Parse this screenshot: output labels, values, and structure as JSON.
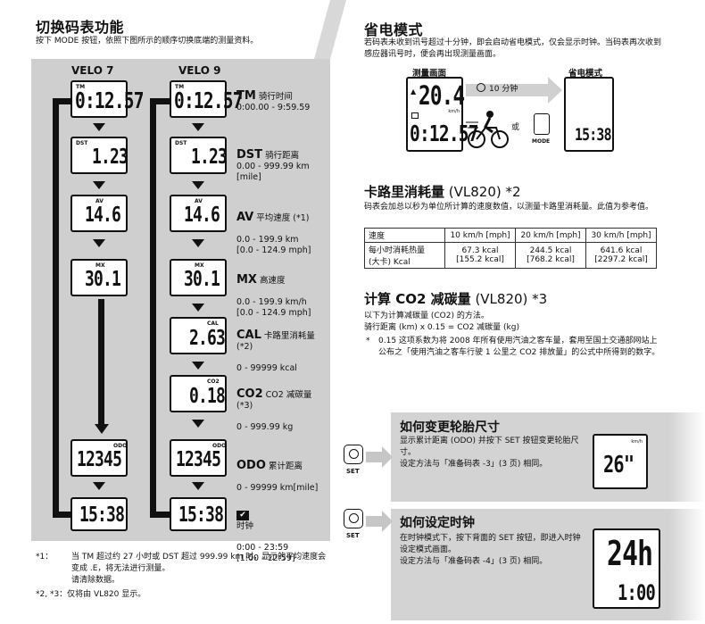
{
  "left": {
    "title": "切换码表功能",
    "intro": "按下 MODE 按钮，依照下图所示的顺序切换底端的测量资料。",
    "col1": "VELO 7",
    "col2": "VELO 9",
    "displays": {
      "tm": "0:12.57",
      "dst": "1.23",
      "av": "14.6",
      "mx": "30.1",
      "cal": "2.63",
      "co2": "0.18",
      "odo": "12345",
      "clock": "15:38"
    },
    "tags": {
      "tm": "TM",
      "dst": "DST",
      "av": "AV",
      "mx": "MX",
      "cal": "CAL",
      "co2": "CO2",
      "odo": "ODO"
    },
    "functions": [
      {
        "key": "TM",
        "name": "骑行时间",
        "range": "0:00.00 - 9:59.59"
      },
      {
        "key": "DST",
        "name": "骑行距离",
        "range": "0.00 - 999.99 km [mile]"
      },
      {
        "key": "AV",
        "name": "平均速度 (*1)",
        "range": "0.0 - 199.9 km\n[0.0 - 124.9 mph]"
      },
      {
        "key": "MX",
        "name": "高速度",
        "range": "0.0 - 199.9 km/h\n[0.0 - 124.9 mph]"
      },
      {
        "key": "CAL",
        "name": "卡路里消耗量\n(*2)",
        "range": "0 - 99999 kcal"
      },
      {
        "key": "CO2",
        "name": "CO2 减碳量\n(*3)",
        "range": "0 - 999.99 kg"
      },
      {
        "key": "ODO",
        "name": "累计距离",
        "range": "0 - 99999 km[mile]"
      },
      {
        "key": "",
        "name": "时钟",
        "range": "0:00 - 23:59\n[1:00 - 12:59]"
      }
    ],
    "note1_mark": "*1：",
    "note1": "当 TM 超过约 27 小时或 DST 超过 999.99 km 时，显示的平均速度会变成 .E，将无法进行测量。\n请清除数据。",
    "note2": "*2, *3：仅将由 VL820 显示。"
  },
  "power": {
    "title": "省电模式",
    "text": "若码表未收到讯号超过十分钟，即会启动省电模式，仅会显示时钟。当码表再次收到感应器讯号时，便会再出现测量画面。",
    "measure_label": "测量画面",
    "save_label": "省电模式",
    "ten_min": "10 分钟",
    "or": "或",
    "mode": "MODE",
    "disp_top": "20.4",
    "disp_bottom": "0:12.57",
    "kmh": "km/h",
    "clock": "15:38"
  },
  "calorie": {
    "title": "卡路里消耗量",
    "model": "(VL820) *2",
    "text": "码表会加总以秒为单位所计算的速度数值，以测量卡路里消耗量。此值为参考值。",
    "headers": [
      "速度",
      "10 km/h [mph]",
      "20 km/h [mph]",
      "30 km/h [mph]"
    ],
    "row_label": "每小时消耗热量\n(大卡) Kcal",
    "values": [
      "67.3 kcal\n[155.2 kcal]",
      "244.5 kcal\n[768.2 kcal]",
      "641.6 kcal\n[2297.2 kcal]"
    ]
  },
  "co2": {
    "title": "计算 CO2 减碳量",
    "model": "(VL820) *3",
    "line1": "以下为计算减碳量 (CO2) 的方法。",
    "line2": "骑行距离 (km) x 0.15 = CO2 减碳量 (kg)",
    "note_mark": "*",
    "note": "0.15 这项系数为将 2008 年所有使用汽油之客车量，套用至国土交通部网站上公布之「使用汽油之客车行驶 1 公里之 CO2 排放量」的公式中所得到的数字。"
  },
  "tire": {
    "title": "如何变更轮胎尺寸",
    "text": "显示累计距离 (ODO) 并按下 SET 按钮变更轮胎尺寸。\n设定方法与「准备码表 -3」(3 页) 相同。",
    "display": "26\"",
    "unit": "km/h",
    "icon_label": "SET"
  },
  "clock": {
    "title": "如何设定时钟",
    "text": "在时钟模式下，按下背面的 SET 按钮，即进入时钟设定模式画面。\n设定方法与「准备码表 -4」(3 页) 相同。",
    "display_top": "24h",
    "display_bottom": "1:00",
    "icon_label": "SET"
  }
}
